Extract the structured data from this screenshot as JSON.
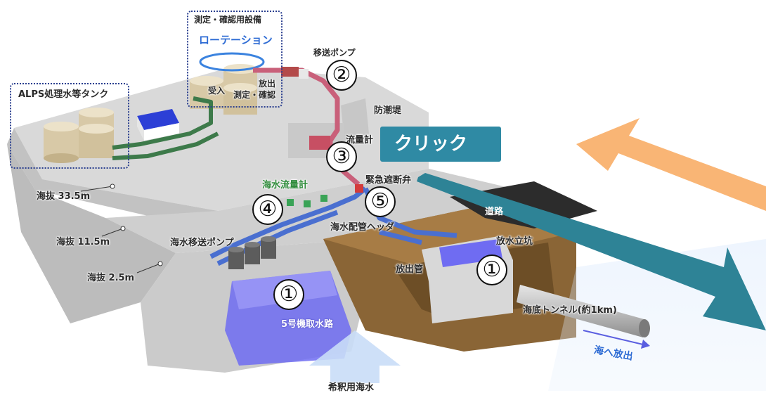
{
  "labels": {
    "measurement_facility": "測定・確認用設備",
    "rotation": "ローテーション",
    "transfer_pump": "移送ポンプ",
    "alps_tanks": "ALPS処理水等タンク",
    "receive": "受入",
    "release": "放出",
    "measure_confirm": "測定・確認",
    "seawall": "防潮堤",
    "flowmeter": "流量計",
    "emergency_valve": "緊急遮断弁",
    "seawater_flowmeter": "海水流量計",
    "seawater_header": "海水配管ヘッダ",
    "seawater_pump": "海水移送ポンプ",
    "road": "道路",
    "discharge_shaft": "放水立坑",
    "discharge_pipe": "放出管",
    "intake": "5号機取水路",
    "tunnel": "海底トンネル(約1km)",
    "to_sea": "海へ放出",
    "dilution_water": "希釈用海水",
    "elev_335": "海抜 33.5m",
    "elev_115": "海抜 11.5m",
    "elev_25": "海抜 2.5m"
  },
  "markers": {
    "m1a": "①",
    "m1b": "①",
    "m2": "②",
    "m3": "③",
    "m4": "④",
    "m5": "⑤"
  },
  "button": {
    "label": "クリック"
  },
  "colors": {
    "ground_top": "#dcdcdc",
    "ground_side": "#bdbdbd",
    "soil": "#8a6536",
    "water": "#6f6cf2",
    "pipe_green": "#3d7a4a",
    "pipe_red": "#c9607a",
    "pipe_blue": "#4a6fd0",
    "tank": "#d8c9a7",
    "arrow_orange": "#f9b575",
    "arrow_teal": "#2e8396",
    "button_bg": "#2f8aa4"
  }
}
